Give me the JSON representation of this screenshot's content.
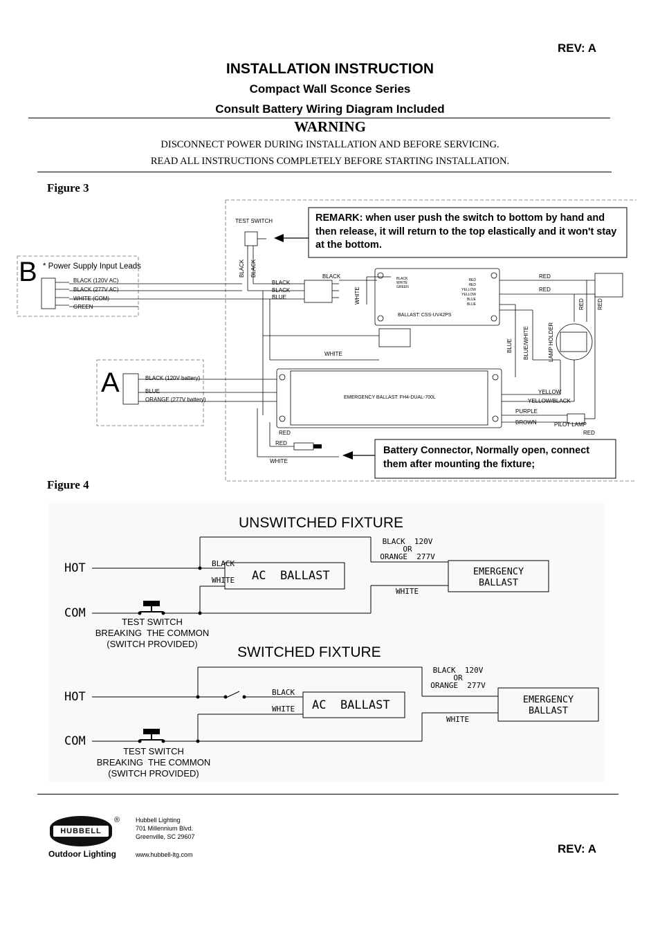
{
  "header": {
    "rev_top": "REV: A",
    "title": "INSTALLATION INSTRUCTION",
    "subtitle1": "Compact Wall Sconce Series",
    "subtitle2": "Consult Battery Wiring Diagram Included",
    "warning_title": "WARNING",
    "warning_line1": "DISCONNECT POWER DURING INSTALLATION AND BEFORE SERVICING.",
    "warning_line2": "READ ALL INSTRUCTIONS COMPLETELY BEFORE STARTING INSTALLATION."
  },
  "figure3": {
    "label": "Figure 3",
    "remark": "REMARK: when user push the switch to bottom by hand and then release, it will return to the top elastically and it won't stay at the bottom.",
    "test_switch": "TEST SWITCH",
    "letter_b": "B",
    "power_supply": "* Power Supply Input Leads",
    "leads_b": [
      "BLACK (120V AC)",
      "BLACK (277V AC)",
      "WHITE (COM)",
      "GREEN"
    ],
    "letter_a": "A",
    "leads_a": [
      "BLACK (120V battery)",
      "BLUE",
      "ORANGE (277V battery)"
    ],
    "sw_black1": "BLACK",
    "sw_black2": "BLACK",
    "conn_labels": [
      "BLACK",
      "BLACK",
      "BLUE"
    ],
    "black_top": "BLACK",
    "white_vert": "WHITE",
    "ballast_pins_left": [
      "BLACK",
      "WHITE",
      "GREEN"
    ],
    "ballast_pins_right": [
      "RED",
      "RED",
      "YELLOW",
      "YELLOW",
      "BLUE",
      "BLUE"
    ],
    "ballast_label": "BALLAST: CSS-UV42PS",
    "red1": "RED",
    "red2": "RED",
    "red_v1": "RED",
    "red_v2": "RED",
    "lamp_holder": "LAMP HOLDER",
    "blue_v": "BLUE",
    "bluewhite_v": "BLUE/WHITE",
    "white_mid": "WHITE",
    "emergency_label": "EMERGENCY BALLAST: FH4-DUAL-700L",
    "yellow": "YELLOW",
    "yellow_black": "YELLOW/BLACK",
    "purple": "PURPLE",
    "brown": "BROWN",
    "pilot_lamp": "PILOT LAMP",
    "red_bottom_right": "RED",
    "red_bottom1": "RED",
    "red_bottom2": "RED",
    "white_bottom": "WHITE",
    "battery_connector": "Battery Connector, Normally open, connect them after mounting the fixture;"
  },
  "figure4": {
    "label": "Figure 4",
    "unswitched": {
      "title": "UNSWITCHED FIXTURE",
      "hot": "HOT",
      "com": "COM",
      "black": "BLACK",
      "white": "WHITE",
      "ac_ballast": "AC  BALLAST",
      "black_or": [
        "BLACK  120V",
        "OR",
        "ORANGE  277V"
      ],
      "emergency": [
        "EMERGENCY",
        "BALLAST"
      ],
      "white2": "WHITE",
      "test_switch": [
        "TEST SWITCH",
        "BREAKING  THE COMMON",
        "(SWITCH PROVIDED)"
      ]
    },
    "switched": {
      "title": "SWITCHED FIXTURE",
      "hot": "HOT",
      "com": "COM",
      "black": "BLACK",
      "white": "WHITE",
      "ac_ballast": "AC  BALLAST",
      "black_or": [
        "BLACK  120V",
        "OR",
        "ORANGE  277V"
      ],
      "emergency": [
        "EMERGENCY",
        "BALLAST"
      ],
      "white2": "WHITE",
      "test_switch": [
        "TEST SWITCH",
        "BREAKING  THE COMMON",
        "(SWITCH PROVIDED)"
      ]
    }
  },
  "footer": {
    "logo_text": "HUBBELL",
    "registered": "®",
    "tagline": "Outdoor Lighting",
    "address": [
      "Hubbell Lighting",
      "701 Millennium Blvd.",
      "Greenville, SC 29607"
    ],
    "website": "www.hubbell-ltg.com",
    "rev_bottom": "REV: A"
  }
}
